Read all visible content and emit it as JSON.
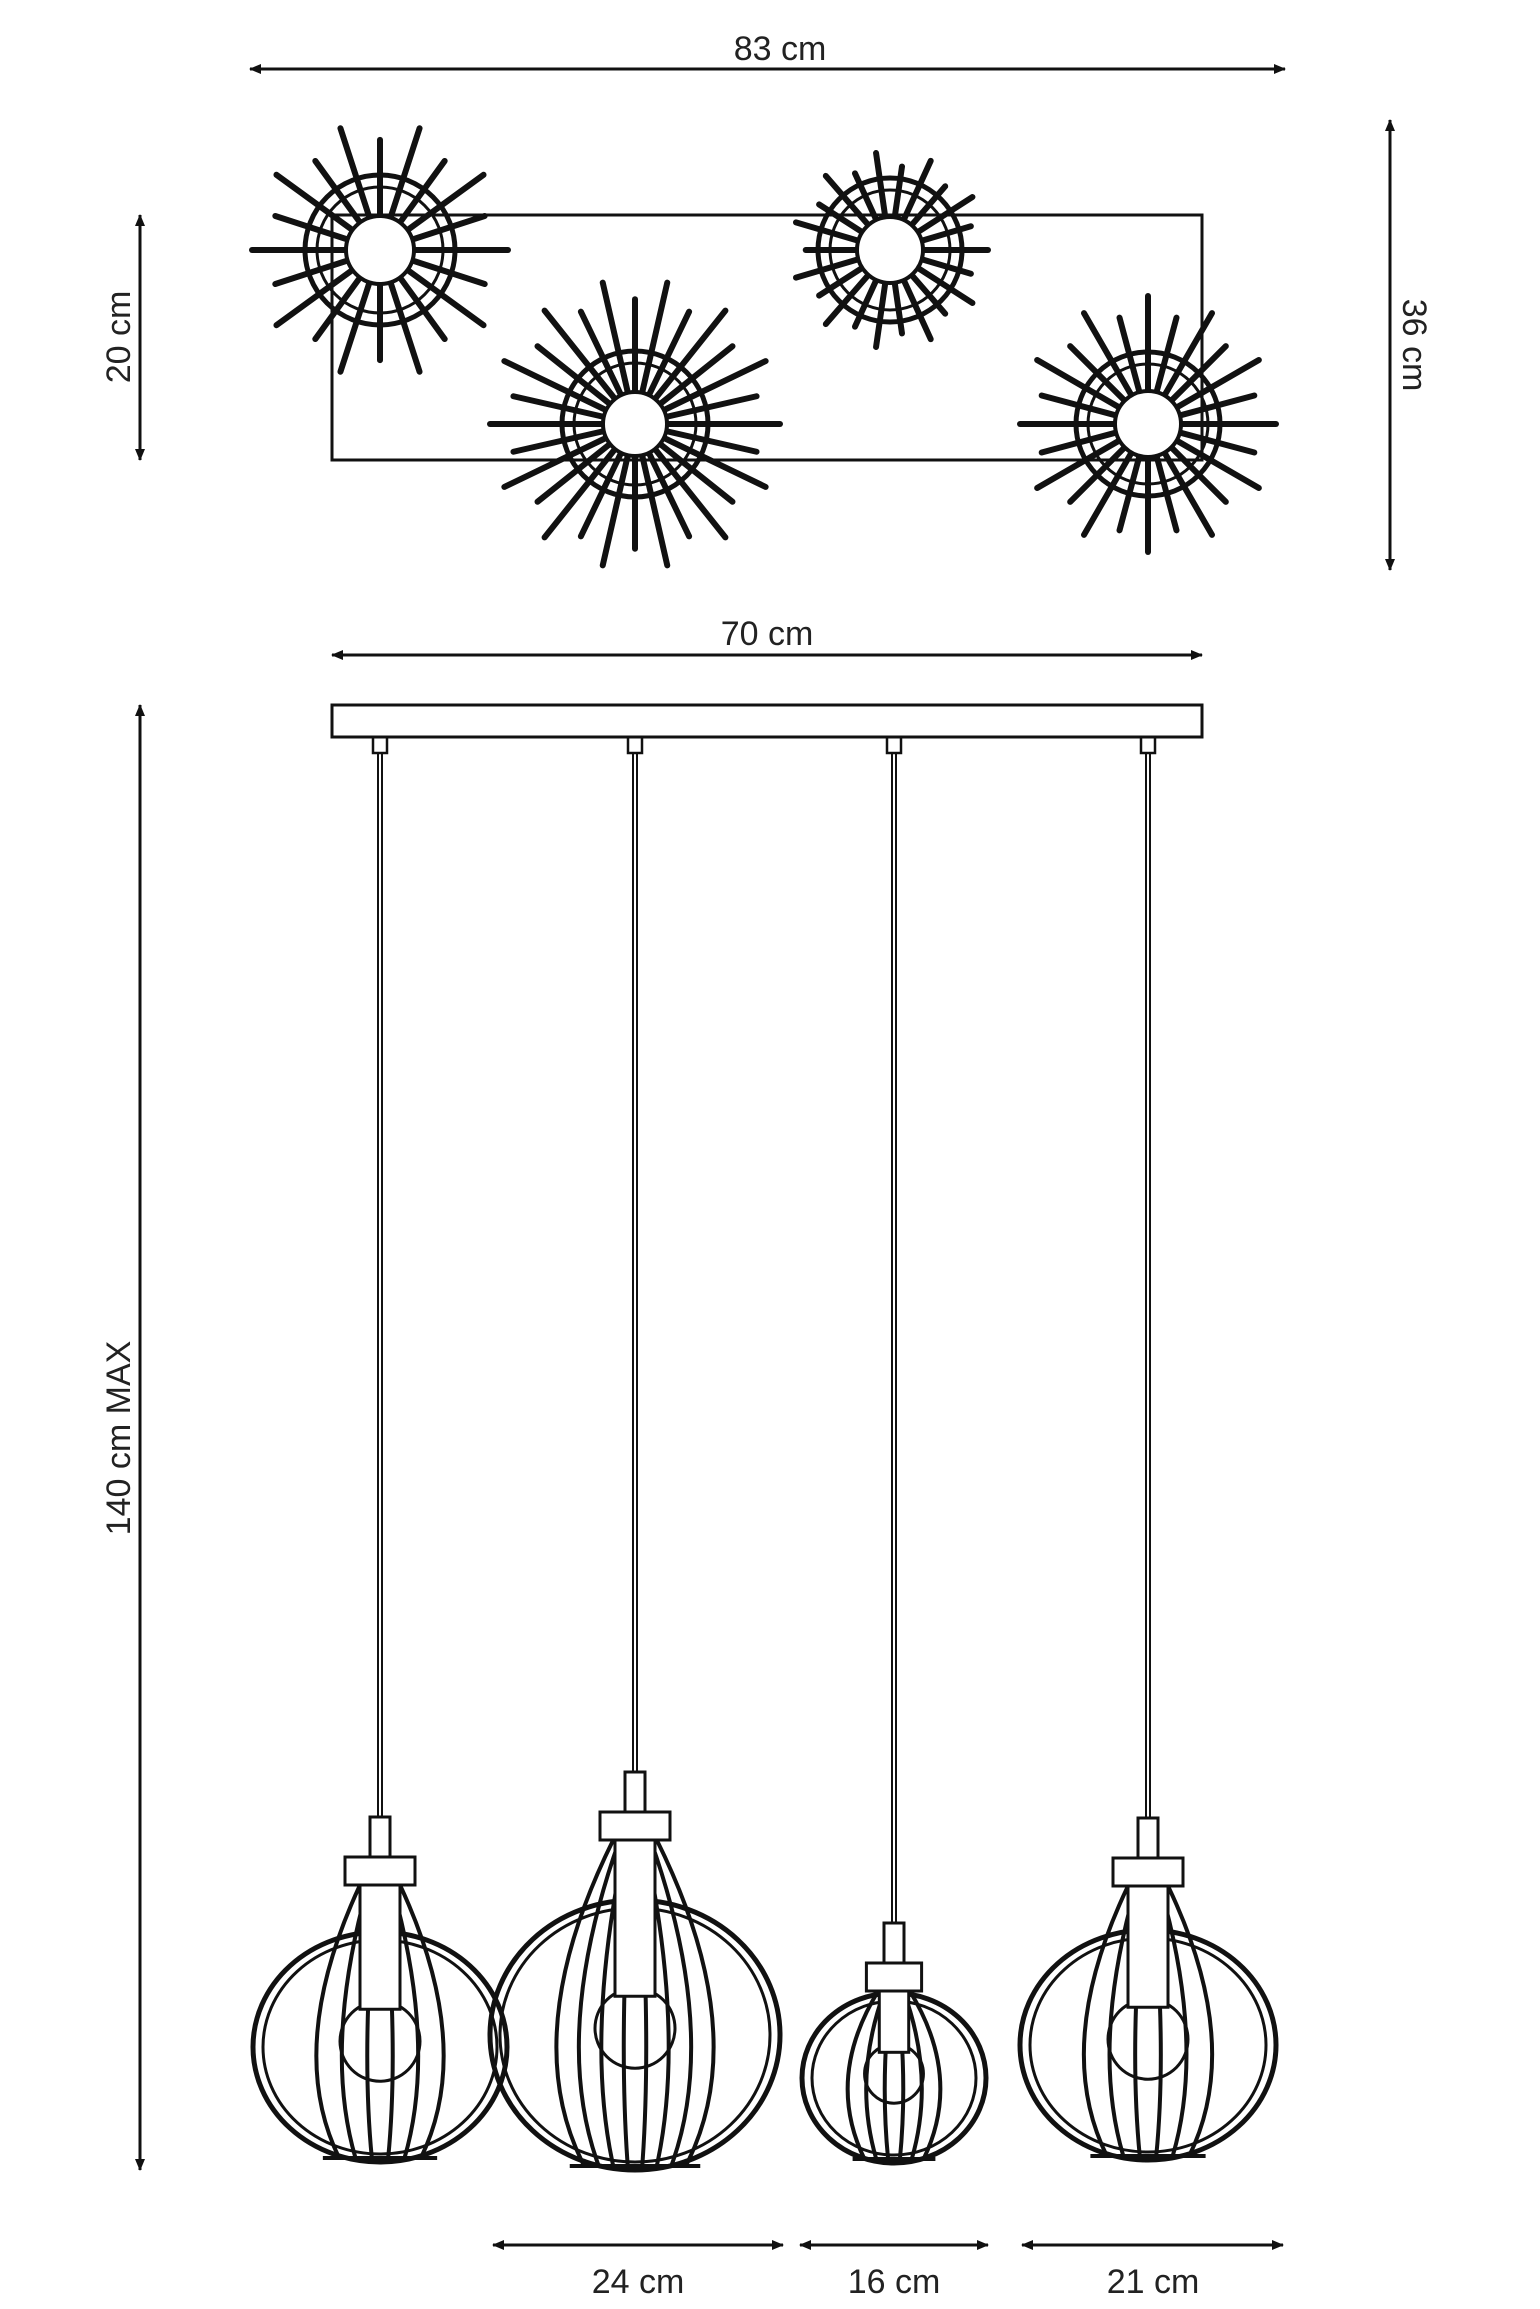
{
  "colors": {
    "ink": "#111111",
    "text": "#222222",
    "background": "#ffffff"
  },
  "top_view": {
    "width_label": "83 cm",
    "height_label": "36 cm",
    "frame_depth_label": "20 cm"
  },
  "front_view": {
    "canopy_width_label": "70 cm",
    "max_height_label": "140 cm MAX",
    "shade_labels": [
      "24 cm",
      "16 cm",
      "21 cm"
    ]
  }
}
